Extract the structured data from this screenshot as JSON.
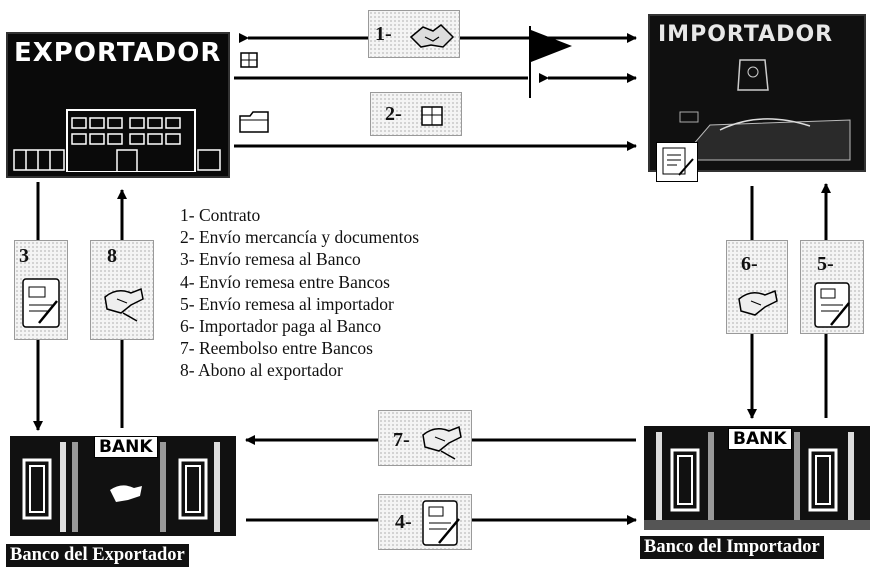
{
  "exporter": {
    "title": "EXPORTADOR"
  },
  "importer": {
    "title": "IMPORTADOR"
  },
  "steps": {
    "s1": "1-",
    "s2": "2-",
    "s3": "3",
    "s4": "4-",
    "s5": "5-",
    "s6": "6-",
    "s7": "7-",
    "s8": "8"
  },
  "legend": [
    "1- Contrato",
    "2- Envío mercancía y documentos",
    "3- Envío remesa al Banco",
    "4- Envío remesa entre Bancos",
    "5- Envío remesa al importador",
    "6- Importador paga al Banco",
    "7- Reembolso entre Bancos",
    "8- Abono al exportador"
  ],
  "banks": {
    "exporter_bank": {
      "sign": "BANK",
      "label": "Banco del Exportador"
    },
    "importer_bank": {
      "sign": "BANK",
      "label": "Banco del Importador"
    }
  },
  "icons": {
    "contract": "handshake-icon",
    "goods": "package-icon",
    "documents": "folder-icon",
    "remittance": "document-pen-icon",
    "payment": "money-hand-icon",
    "flag": "flag-icon"
  }
}
